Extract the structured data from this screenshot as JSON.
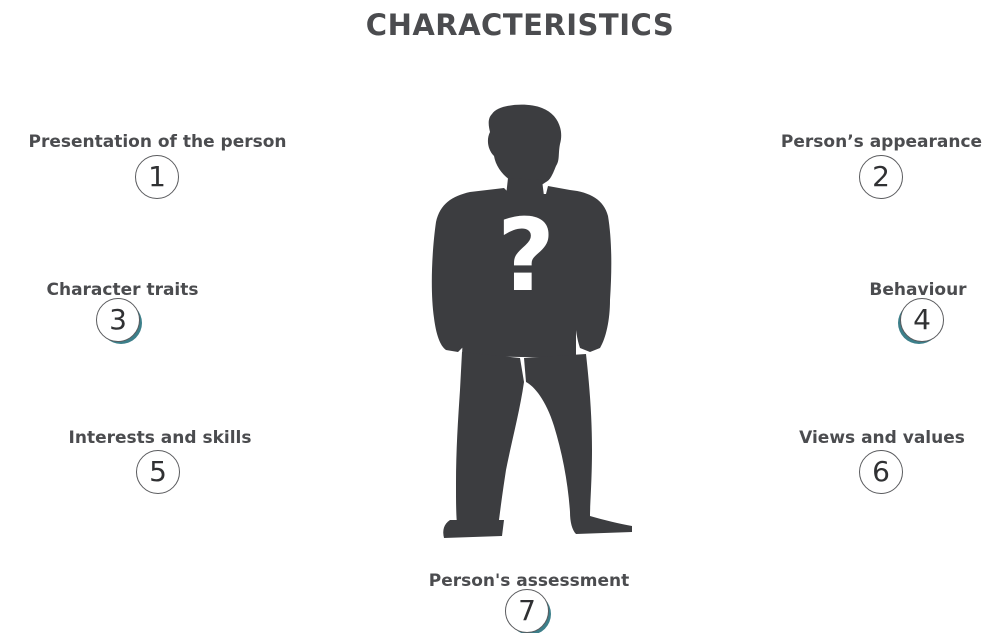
{
  "title": "CHARACTERISTICS",
  "items": [
    {
      "number": "1",
      "label": "Presentation of the person"
    },
    {
      "number": "2",
      "label": "Person’s appearance"
    },
    {
      "number": "3",
      "label": "Character traits"
    },
    {
      "number": "4",
      "label": "Behaviour"
    },
    {
      "number": "5",
      "label": "Interests and skills"
    },
    {
      "number": "6",
      "label": "Views and values"
    },
    {
      "number": "7",
      "label": "Person's assessment"
    }
  ],
  "figure": {
    "mark": "?",
    "icon": "person-silhouette-icon",
    "color": "#3c3d40"
  },
  "colors": {
    "text": "#4b4c4f",
    "accent": "#3c7f8a"
  }
}
